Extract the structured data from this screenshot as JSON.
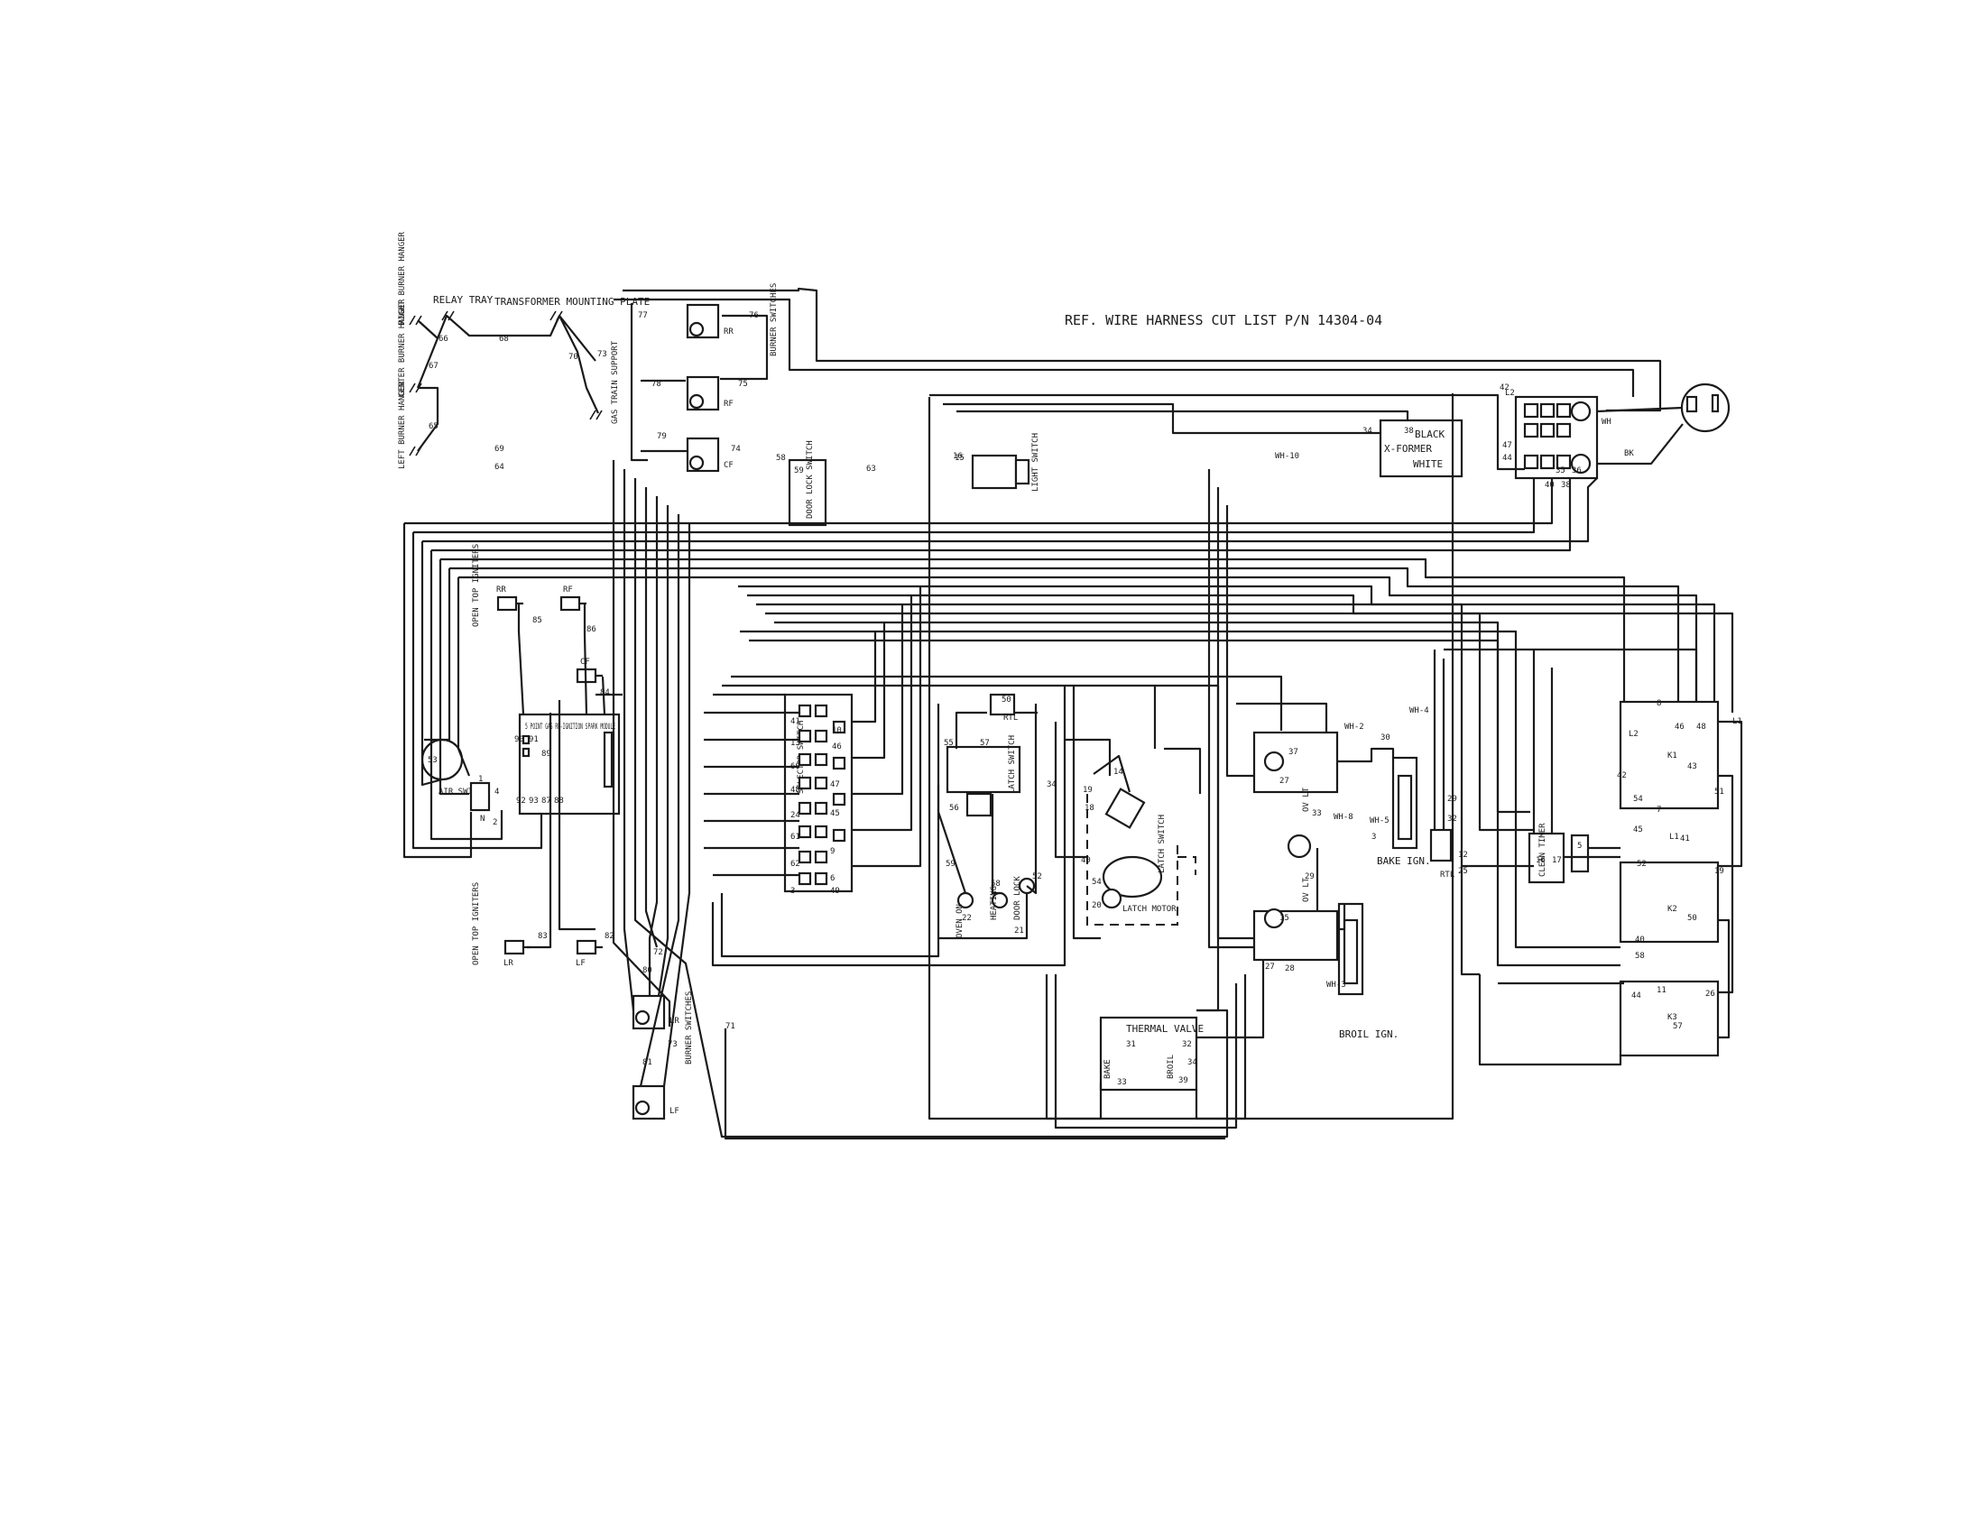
{
  "diagram": {
    "title": "REF. WIRE HARNESS CUT LIST P/N 14304-04",
    "labels": {
      "relay_tray": "RELAY TRAY",
      "transformer_mounting_plate": "TRANSFORMER MOUNTING PLATE",
      "right_burner_hanger": "RIGHT BURNER HANGER",
      "center_burner_hanger": "CENTER BURNER HANGER",
      "left_burner_hanger": "LEFT BURNER HANGER",
      "gas_train_support": "GAS TRAIN SUPPORT",
      "burner_switches_upper": "BURNER SWITCHES",
      "burner_switches_lower": "BURNER SWITCHES",
      "light_switch": "LIGHT SWITCH",
      "door_lock_switch": "DOOR LOCK SWITCH",
      "x_former": "X-FORMER",
      "black": "BLACK",
      "white": "WHITE",
      "open_top_igniters_upper": "OPEN TOP IGNITERS",
      "open_top_igniters_lower": "OPEN TOP IGNITERS",
      "air_switch": "AIR SWITCH",
      "spark_module": "5 POINT GAS RE-IGNITION SPARK MODULE",
      "selector_switch": "SELECTOR SWITCH",
      "oven_on": "OVEN ON",
      "heating": "HEATING",
      "door_lock": "DOOR LOCK",
      "latch_motor": "LATCH MOTOR",
      "latch_switch": "LATCH SWITCH",
      "oven_lt": "OV LT",
      "bake_ign": "BAKE IGN.",
      "broil_ign": "BROIL IGN.",
      "thermal_valve": "THERMAL VALVE",
      "bake": "BAKE",
      "broil": "BROIL",
      "clean_timer": "CLEAN TIMER",
      "rtl": "RTL",
      "bk": "BK",
      "wh": "WH",
      "wh10": "WH-10",
      "wh2": "WH-2",
      "wh4": "WH-4",
      "wh5": "WH-5",
      "wh8": "WH-8",
      "wh3": "WH-3",
      "lr": "LR",
      "lf": "LF",
      "rf": "RF",
      "rr": "RR",
      "cf": "CF",
      "k1": "K1",
      "k2": "K2",
      "k3": "K3",
      "l1": "L1",
      "l2": "L2",
      "n_term": "N"
    },
    "wire_numbers": {
      "w67": "67",
      "w68": "68",
      "w69": "69",
      "w70": "70",
      "w71": "71",
      "w72": "72",
      "w73": "73",
      "w74": "74",
      "w75": "75",
      "w76": "76",
      "w77": "77",
      "w78": "78",
      "w79": "79",
      "w80": "80",
      "w81": "81",
      "w82": "82",
      "w83": "83",
      "w84": "84",
      "w85": "85",
      "w86": "86",
      "w87": "87",
      "w88": "88",
      "w89": "89",
      "w90": "90",
      "w91": "91",
      "w92": "92",
      "w93": "93",
      "w63": "63",
      "w64": "64",
      "w65": "65",
      "w66": "66",
      "w20": "20",
      "w21": "21",
      "w22": "22",
      "w24": "24",
      "w25": "25",
      "w26": "26",
      "w27": "27",
      "w28": "28",
      "w29": "29",
      "w30": "30",
      "w31": "31",
      "w32": "32",
      "w33": "33",
      "w34": "34",
      "w35": "35",
      "w36": "36",
      "w37": "37",
      "w38": "38",
      "w39": "39",
      "w40": "40",
      "w41": "41",
      "w42": "42",
      "w43": "43",
      "w44": "44",
      "w45": "45",
      "w46": "46",
      "w47": "47",
      "w48": "48",
      "w49": "49",
      "w50": "50",
      "w51": "51",
      "w52": "52",
      "w53": "53",
      "w54": "54",
      "w55": "55",
      "w56": "56",
      "w57": "57",
      "w58": "58",
      "w59": "59",
      "w60": "60",
      "w61": "61",
      "w62": "62",
      "w12": "12",
      "w13": "13",
      "w14": "14",
      "w15": "15",
      "w16": "16",
      "w17": "17",
      "w18": "18",
      "w19": "19",
      "w1": "1",
      "w2": "2",
      "w3": "3",
      "w4": "4",
      "w5": "5",
      "w6": "6",
      "w7": "7",
      "w8": "8",
      "w9": "9",
      "w10": "10",
      "w11": "11"
    }
  }
}
